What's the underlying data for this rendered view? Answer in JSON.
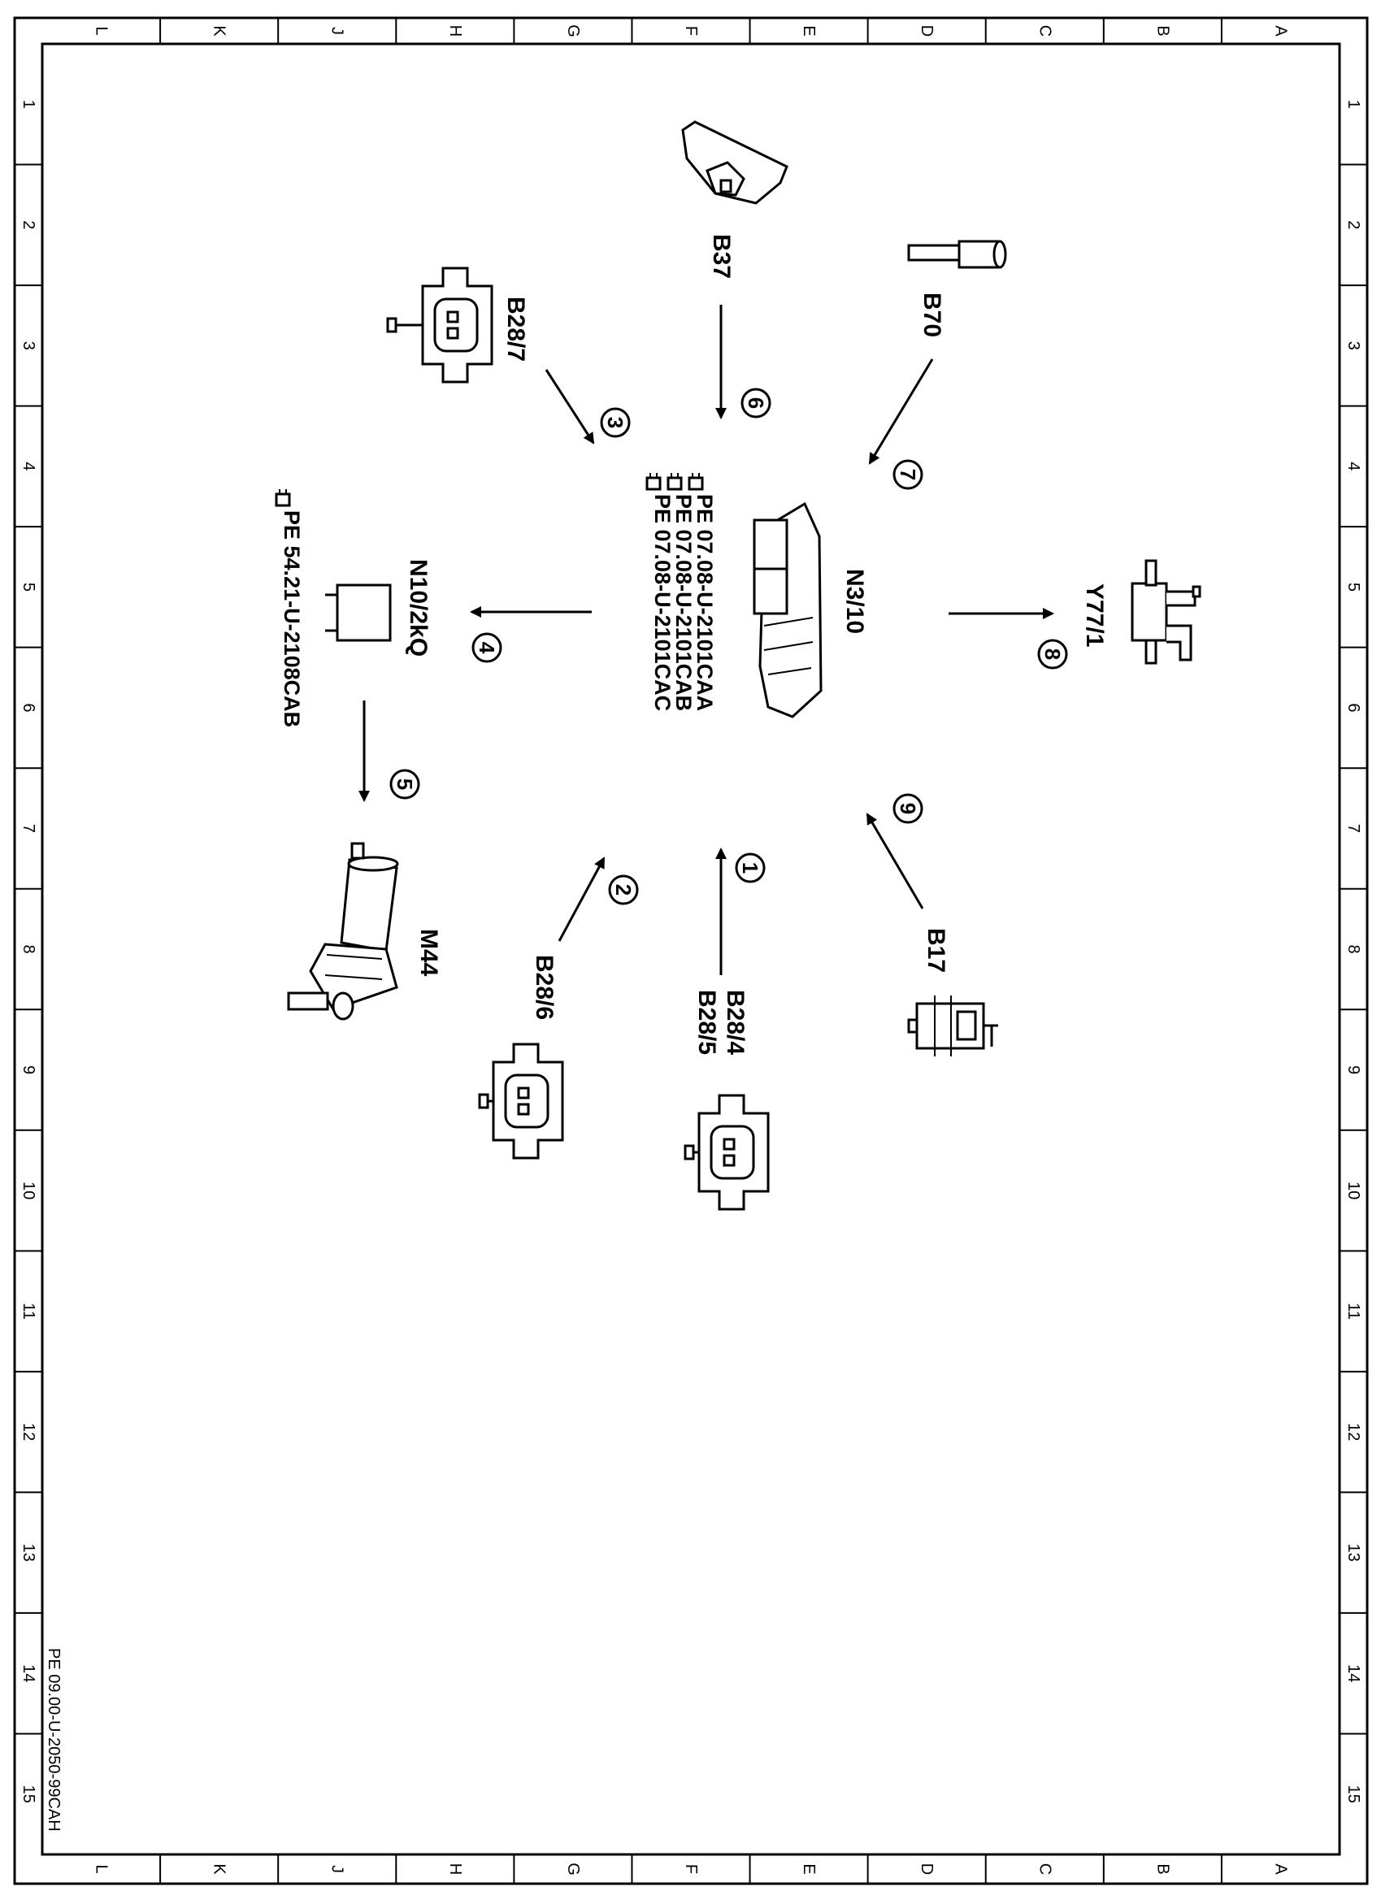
{
  "frame": {
    "columns": [
      "L",
      "K",
      "J",
      "H",
      "G",
      "F",
      "E",
      "D",
      "C",
      "B",
      "A"
    ],
    "rows": [
      "1",
      "2",
      "3",
      "4",
      "5",
      "6",
      "7",
      "8",
      "9",
      "10",
      "11",
      "12",
      "13",
      "14",
      "15"
    ]
  },
  "document_id": "PE 09.00-U-2050-99CAH",
  "central_unit": {
    "label": "N3/10",
    "references": [
      "PE 07.08-U-2101CAA",
      "PE 07.08-U-2101CAB",
      "PE 07.08-U-2101CAC"
    ]
  },
  "components": [
    {
      "id": "b37",
      "label": "B37"
    },
    {
      "id": "b70",
      "label": "B70"
    },
    {
      "id": "b28-7",
      "label": "B28/7"
    },
    {
      "id": "n10-2kq",
      "label": "N10/2kQ",
      "reference": "PE 54.21-U-2108CAB"
    },
    {
      "id": "m44",
      "label": "M44"
    },
    {
      "id": "b28-6",
      "label": "B28/6"
    },
    {
      "id": "b28-4",
      "label": "B28/4"
    },
    {
      "id": "b28-5",
      "label": "B28/5"
    },
    {
      "id": "b17",
      "label": "B17"
    },
    {
      "id": "y77-1",
      "label": "Y77/1"
    }
  ],
  "signal_steps": [
    "1",
    "2",
    "3",
    "4",
    "5",
    "6",
    "7",
    "8",
    "9"
  ],
  "colors": {
    "ink": "#000000",
    "paper": "#ffffff"
  }
}
